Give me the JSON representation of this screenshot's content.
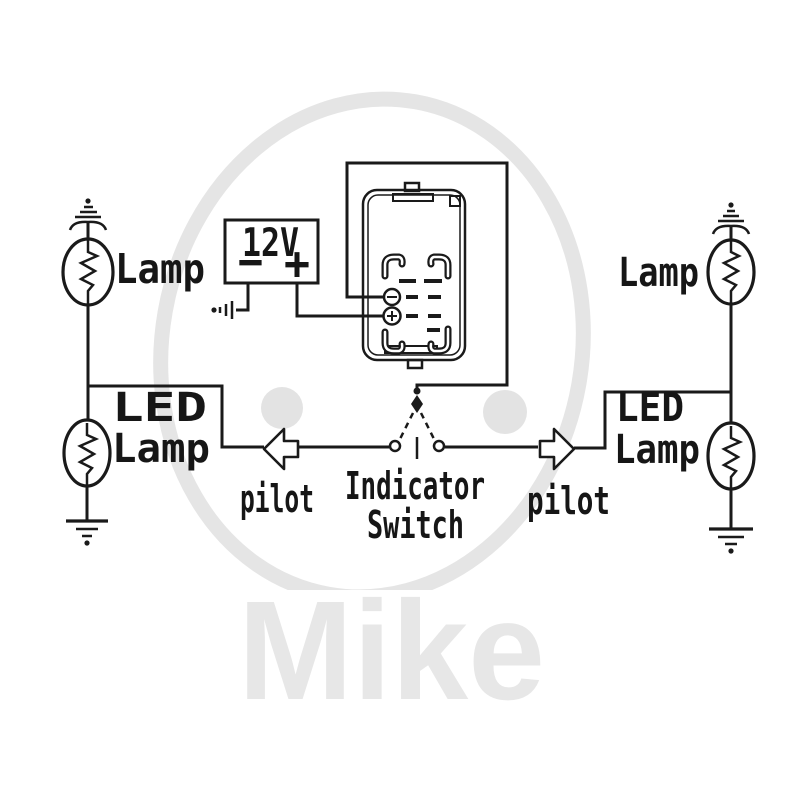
{
  "watermark": {
    "brand": "Mike",
    "color": "#e5e5e5",
    "text_color": "#e7e7e7"
  },
  "battery": {
    "voltage": "12V",
    "minus": "−",
    "plus": "+"
  },
  "relay": {
    "pin_icons": [
      "minus-pin",
      "plus-pin"
    ]
  },
  "left": {
    "lamp_label": "Lamp",
    "led_label_line1": "LED",
    "led_label_line2": "Lamp",
    "pilot_label": "pilot"
  },
  "right": {
    "lamp_label": "Lamp",
    "led_label_line1": "LED",
    "led_label_line2": "Lamp",
    "pilot_label": "pilot"
  },
  "switch": {
    "label_line1": "Indicator",
    "label_line2": "Switch"
  },
  "colors": {
    "line": "#1a1a1a",
    "watermark": "#e5e5e5"
  }
}
